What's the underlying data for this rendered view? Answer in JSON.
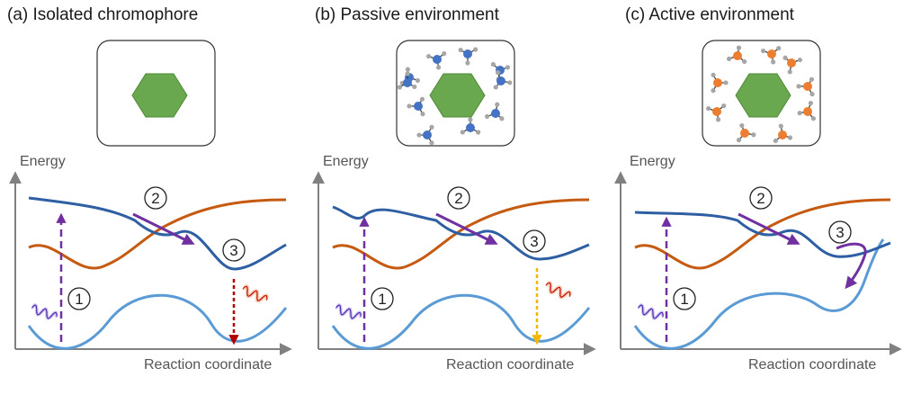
{
  "panels": [
    {
      "title": "(a) Isolated chromophore",
      "y_axis_label": "Energy",
      "x_axis_label": "Reaction coordinate",
      "environment": "none",
      "step_labels": [
        "1",
        "2",
        "3"
      ],
      "emission_arrow_color": "#b00000"
    },
    {
      "title": "(b) Passive environment",
      "y_axis_label": "Energy",
      "x_axis_label": "Reaction coordinate",
      "environment": "solvent-blue",
      "step_labels": [
        "1",
        "2",
        "3"
      ],
      "emission_arrow_color": "#f2b800"
    },
    {
      "title": "(c) Active environment",
      "y_axis_label": "Energy",
      "x_axis_label": "Reaction coordinate",
      "environment": "solvent-orange",
      "step_labels": [
        "1",
        "2",
        "3"
      ],
      "emission_arrow_color": "none"
    }
  ],
  "colors": {
    "chromophore": "#6aa84f",
    "chromophore_edge": "#4e8a36",
    "excited_blue": "#2e5fa3",
    "excited_orange": "#c55a11",
    "ground": "#5b9bd5",
    "absorption_arrow": "#7030a0",
    "relaxation_arrow": "#7030a0",
    "solvent_blue": "#4472c4",
    "solvent_orange": "#ed7d31",
    "solvent_h": "#a6a6a6",
    "photon": "#6f4fd8"
  }
}
